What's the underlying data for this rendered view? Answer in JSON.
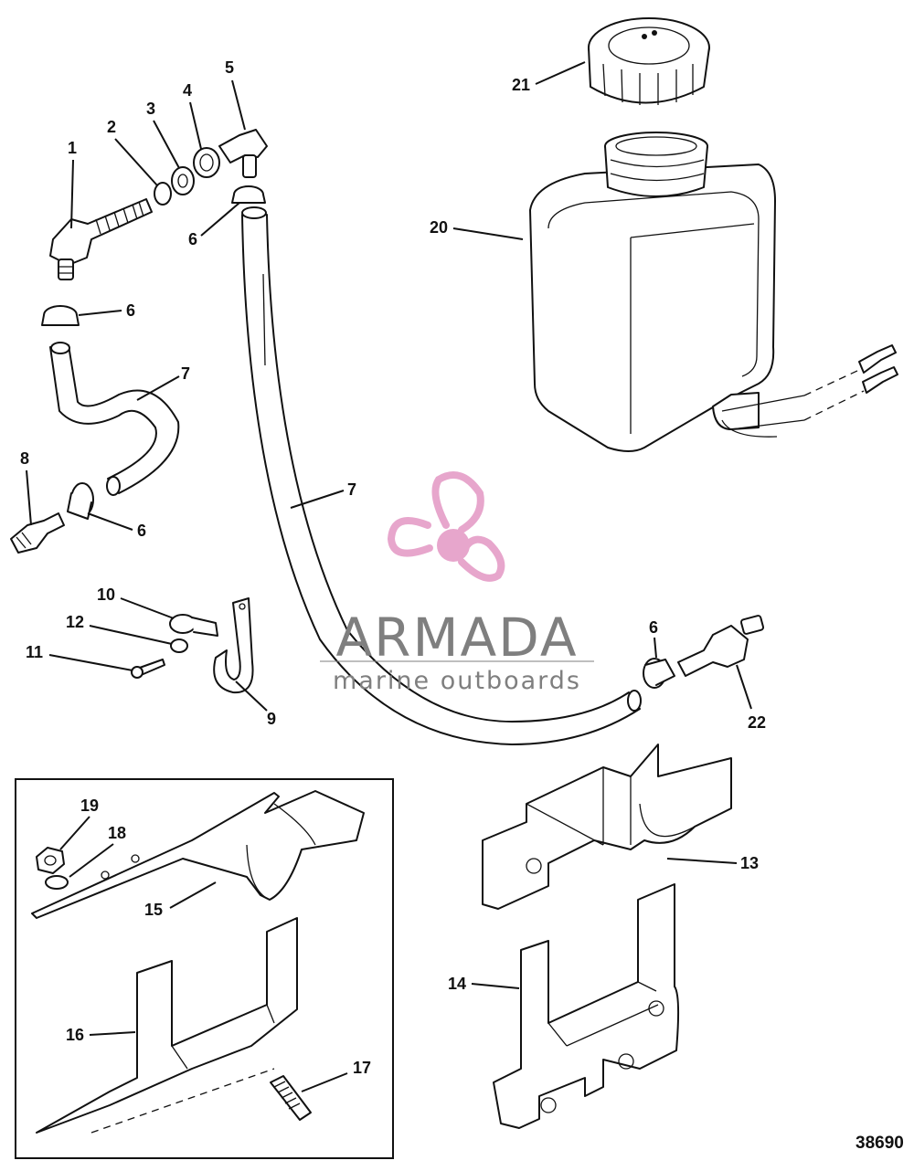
{
  "callouts": {
    "c1": "1",
    "c2": "2",
    "c3": "3",
    "c4": "4",
    "c5": "5",
    "c6a": "6",
    "c6b": "6",
    "c6c": "6",
    "c6d": "6",
    "c7a": "7",
    "c7b": "7",
    "c8": "8",
    "c9": "9",
    "c10": "10",
    "c11": "11",
    "c12": "12",
    "c13": "13",
    "c14": "14",
    "c15": "15",
    "c16": "16",
    "c17": "17",
    "c18": "18",
    "c19": "19",
    "c20": "20",
    "c21": "21",
    "c22": "22"
  },
  "watermark": {
    "brand": "ARMADA",
    "tagline": "marine outboards",
    "colors": {
      "propeller": "#e7a6cc",
      "text": "#7f7f7f"
    }
  },
  "reference_number": "38690"
}
